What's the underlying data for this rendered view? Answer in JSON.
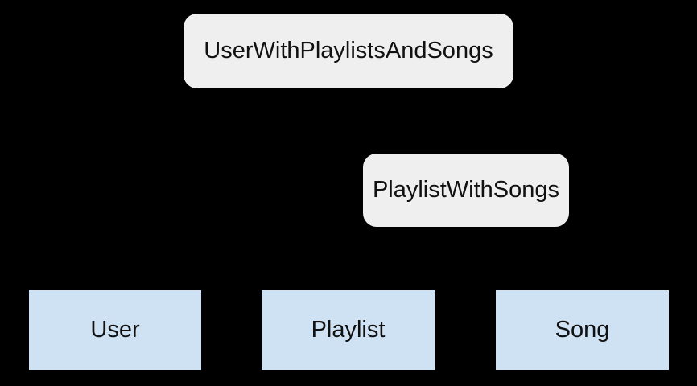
{
  "colors": {
    "background": "#000000",
    "relation_fill": "#EFEFEF",
    "entity_fill": "#CFE2F3",
    "text": "#111111"
  },
  "nodes": {
    "user_with_playlists_and_songs": {
      "label": "UserWithPlaylistsAndSongs",
      "kind": "relation"
    },
    "playlist_with_songs": {
      "label": "PlaylistWithSongs",
      "kind": "relation"
    },
    "user": {
      "label": "User",
      "kind": "entity"
    },
    "playlist": {
      "label": "Playlist",
      "kind": "entity"
    },
    "song": {
      "label": "Song",
      "kind": "entity"
    }
  }
}
